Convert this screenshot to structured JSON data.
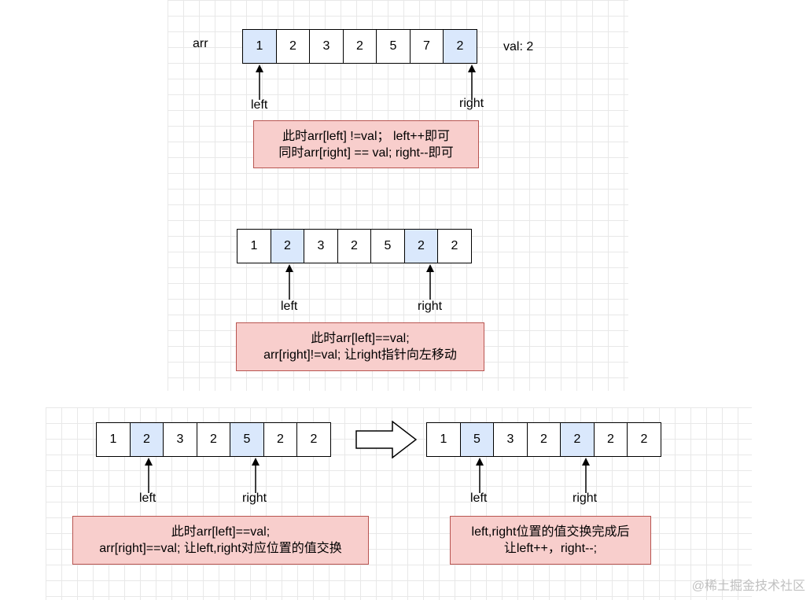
{
  "step1": {
    "array_label": "arr",
    "cells": [
      {
        "value": "1",
        "highlight": true
      },
      {
        "value": "2",
        "highlight": false
      },
      {
        "value": "3",
        "highlight": false
      },
      {
        "value": "2",
        "highlight": false
      },
      {
        "value": "5",
        "highlight": false
      },
      {
        "value": "7",
        "highlight": false
      },
      {
        "value": "2",
        "highlight": true
      }
    ],
    "val_text": "val: 2",
    "left_label": "left",
    "right_label": "right",
    "note_line1": "此时arr[left] !=val；  left++即可",
    "note_line2": "同时arr[right] == val; right--即可"
  },
  "step2": {
    "cells": [
      {
        "value": "1",
        "highlight": false
      },
      {
        "value": "2",
        "highlight": true
      },
      {
        "value": "3",
        "highlight": false
      },
      {
        "value": "2",
        "highlight": false
      },
      {
        "value": "5",
        "highlight": false
      },
      {
        "value": "2",
        "highlight": true
      },
      {
        "value": "2",
        "highlight": false
      }
    ],
    "left_label": "left",
    "right_label": "right",
    "note_line1": "此时arr[left]==val;",
    "note_line2": "arr[right]!=val; 让right指针向左移动"
  },
  "step3a": {
    "cells": [
      {
        "value": "1",
        "highlight": false
      },
      {
        "value": "2",
        "highlight": true
      },
      {
        "value": "3",
        "highlight": false
      },
      {
        "value": "2",
        "highlight": false
      },
      {
        "value": "5",
        "highlight": true
      },
      {
        "value": "2",
        "highlight": false
      },
      {
        "value": "2",
        "highlight": false
      }
    ],
    "left_label": "left",
    "right_label": "right",
    "note_line1": "此时arr[left]==val;",
    "note_line2": "arr[right]==val; 让left,right对应位置的值交换"
  },
  "step3b": {
    "cells": [
      {
        "value": "1",
        "highlight": false
      },
      {
        "value": "5",
        "highlight": true
      },
      {
        "value": "3",
        "highlight": false
      },
      {
        "value": "2",
        "highlight": false
      },
      {
        "value": "2",
        "highlight": true
      },
      {
        "value": "2",
        "highlight": false
      },
      {
        "value": "2",
        "highlight": false
      }
    ],
    "left_label": "left",
    "right_label": "right",
    "note_line1": "left,right位置的值交换完成后",
    "note_line2": "让left++，right--;"
  },
  "colors": {
    "highlight_fill": "#dae8fc",
    "note_fill": "#f8cecc",
    "note_border": "#b85450"
  },
  "watermark": "@稀土掘金技术社区"
}
